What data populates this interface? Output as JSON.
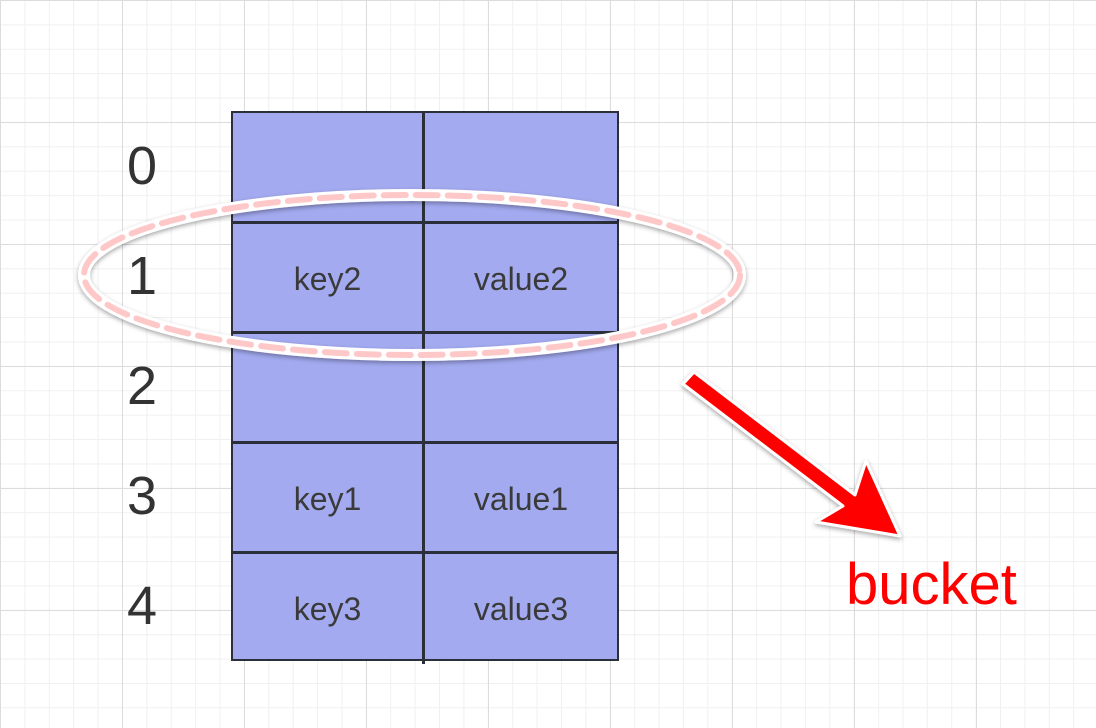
{
  "indices": [
    "0",
    "1",
    "2",
    "3",
    "4"
  ],
  "rows": [
    {
      "key": "",
      "value": ""
    },
    {
      "key": "key2",
      "value": "value2"
    },
    {
      "key": "",
      "value": ""
    },
    {
      "key": "key1",
      "value": "value1"
    },
    {
      "key": "key3",
      "value": "value3"
    }
  ],
  "annotation": {
    "label": "bucket",
    "color": "#ff0000",
    "highlight_row_index": "1",
    "highlight_color": "#ffc8c8"
  },
  "colors": {
    "cell_fill": "#a3aaf0",
    "border": "#2a2f3a",
    "text": "#333333"
  }
}
